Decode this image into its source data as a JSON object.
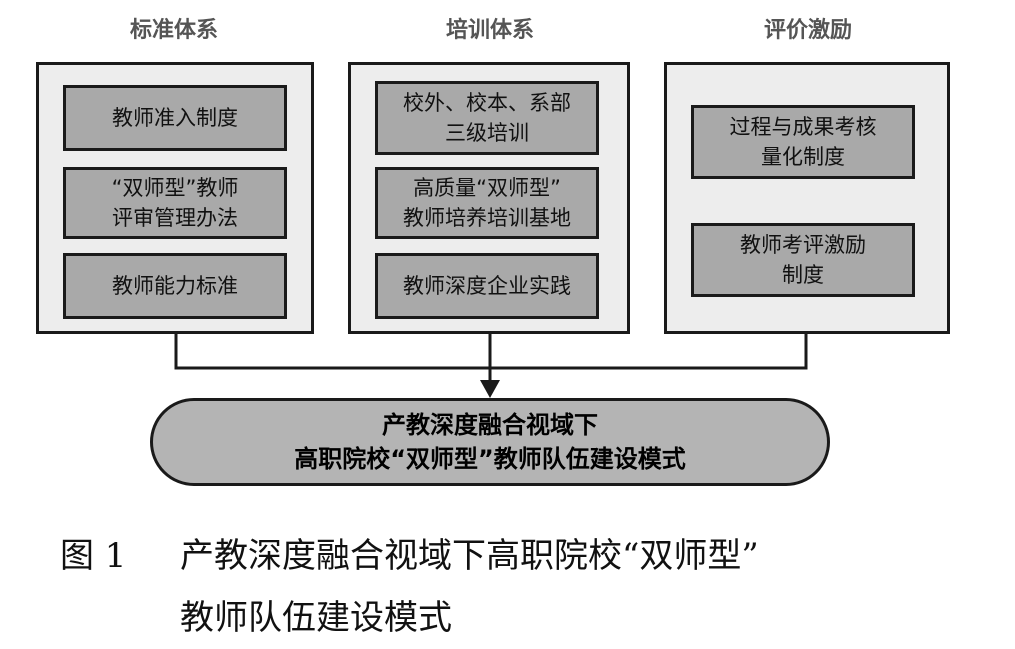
{
  "columns": [
    {
      "title": "标准体系",
      "items": [
        "教师准入制度",
        "“双师型”教师\n评审管理办法",
        "教师能力标准"
      ]
    },
    {
      "title": "培训体系",
      "items": [
        "校外、校本、系部\n三级培训",
        "高质量“双师型”\n教师培养培训基地",
        "教师深度企业实践"
      ]
    },
    {
      "title": "评价激励",
      "items": [
        "过程与成果考核\n量化制度",
        "教师考评激励\n制度"
      ]
    }
  ],
  "result": "产教深度融合视域下\n高职院校“双师型”教师队伍建设模式",
  "caption": {
    "label": "图 1",
    "line1": "产教深度融合视域下高职院校“双师型”",
    "line2": "教师队伍建设模式"
  }
}
